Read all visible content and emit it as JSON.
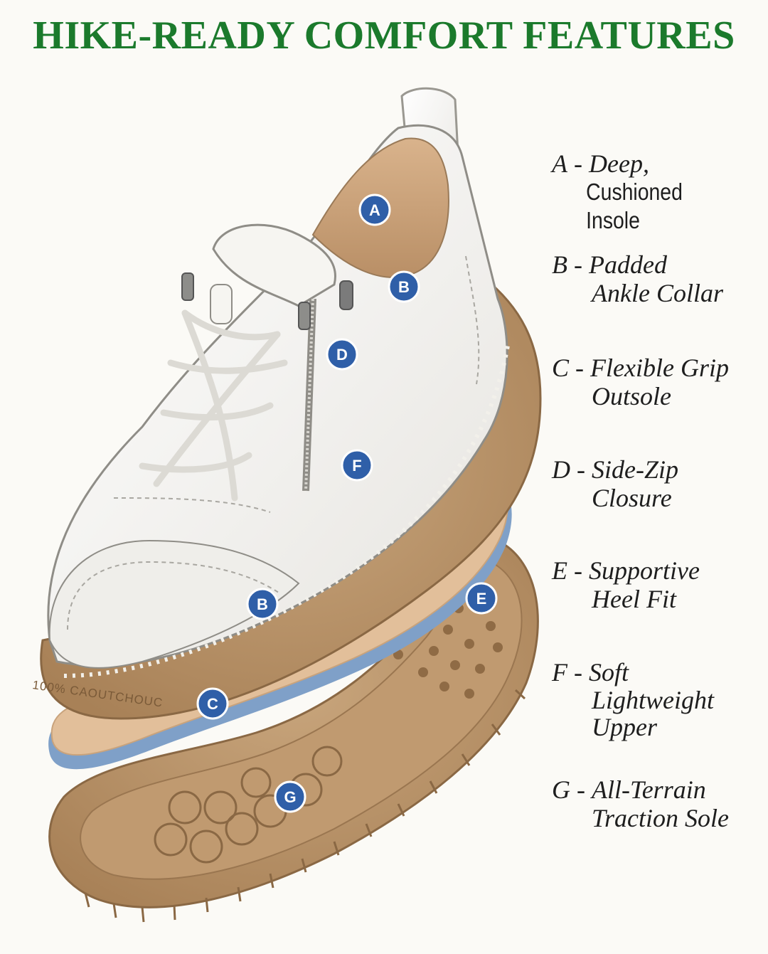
{
  "title": "HIKE-READY COMFORT FEATURES",
  "colors": {
    "title": "#1b7a2c",
    "badge": "#2f5fa8",
    "upper": "#f3f2ee",
    "sole": "#b8936a",
    "insole": "#e2bf9a",
    "insole_edge": "#7fa0c8"
  },
  "sole_text": "100% CAOUTCHOUC",
  "badges": {
    "A": "A",
    "B1": "B",
    "B2": "B",
    "C": "C",
    "D": "D",
    "E": "E",
    "F": "F",
    "G": "G"
  },
  "features": [
    {
      "letter": "A",
      "sep": " - ",
      "first": "Deep,",
      "rest": "Cushioned Insole"
    },
    {
      "letter": "B",
      "sep": " - ",
      "first": "Padded",
      "rest": "Ankle Collar"
    },
    {
      "letter": "C",
      "sep": " - ",
      "first": "Flexible Grip",
      "rest": "Outsole"
    },
    {
      "letter": "D",
      "sep": " - ",
      "first": "Side-Zip",
      "rest": "Closure"
    },
    {
      "letter": "E",
      "sep": " - ",
      "first": "Supportive",
      "rest": "Heel Fit"
    },
    {
      "letter": "F",
      "sep": " - ",
      "first": "Soft",
      "rest": "Lightweight\nUpper"
    },
    {
      "letter": "G",
      "sep": " - ",
      "first": "All-Terrain",
      "rest": "Traction Sole"
    }
  ]
}
